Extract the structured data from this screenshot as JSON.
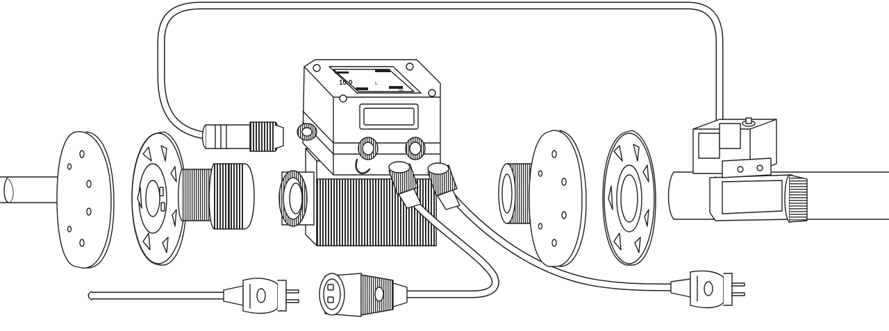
{
  "diagram": {
    "display": {
      "lines": [
        {
          "id": "top",
          "text": ""
        },
        {
          "id": "mid",
          "text": "10.0"
        },
        {
          "id": "unit",
          "text": "L"
        },
        {
          "id": "bottom",
          "text": "rel"
        }
      ]
    }
  },
  "colors": {
    "line": "#1f1f1f",
    "fill": "#ffffff",
    "shade_light": "#d2d2d2",
    "shade_mid": "#a3a3a3",
    "shade_dark": "#5c5c5c",
    "ribs": "#2b2b2b"
  }
}
